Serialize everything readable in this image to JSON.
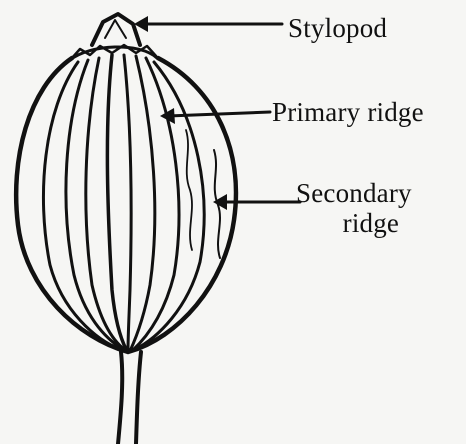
{
  "figure": {
    "labels": {
      "stylopod": "Stylopod",
      "primary_ridge": "Primary ridge",
      "secondary_ridge_line1": "Secondary",
      "secondary_ridge_line2": "ridge"
    },
    "colors": {
      "ink": "#111111",
      "background": "#f6f6f4"
    }
  }
}
